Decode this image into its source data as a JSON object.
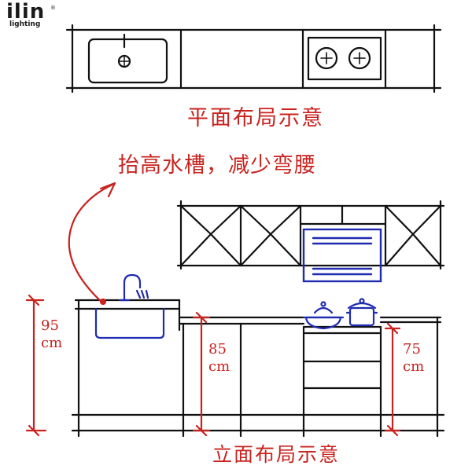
{
  "logo": {
    "main": "ilin",
    "sub": "lighting",
    "mark": "®"
  },
  "plan_caption": "平面布局示意",
  "note": "抬高水槽，减少弯腰",
  "elevation_caption": "立面布局示意",
  "dimensions": [
    {
      "value": "95",
      "unit": "cm"
    },
    {
      "value": "85",
      "unit": "cm"
    },
    {
      "value": "75",
      "unit": "cm"
    }
  ],
  "colors": {
    "ink": "#111111",
    "annotation": "#c8231f",
    "appliance": "#1f2bb0"
  }
}
